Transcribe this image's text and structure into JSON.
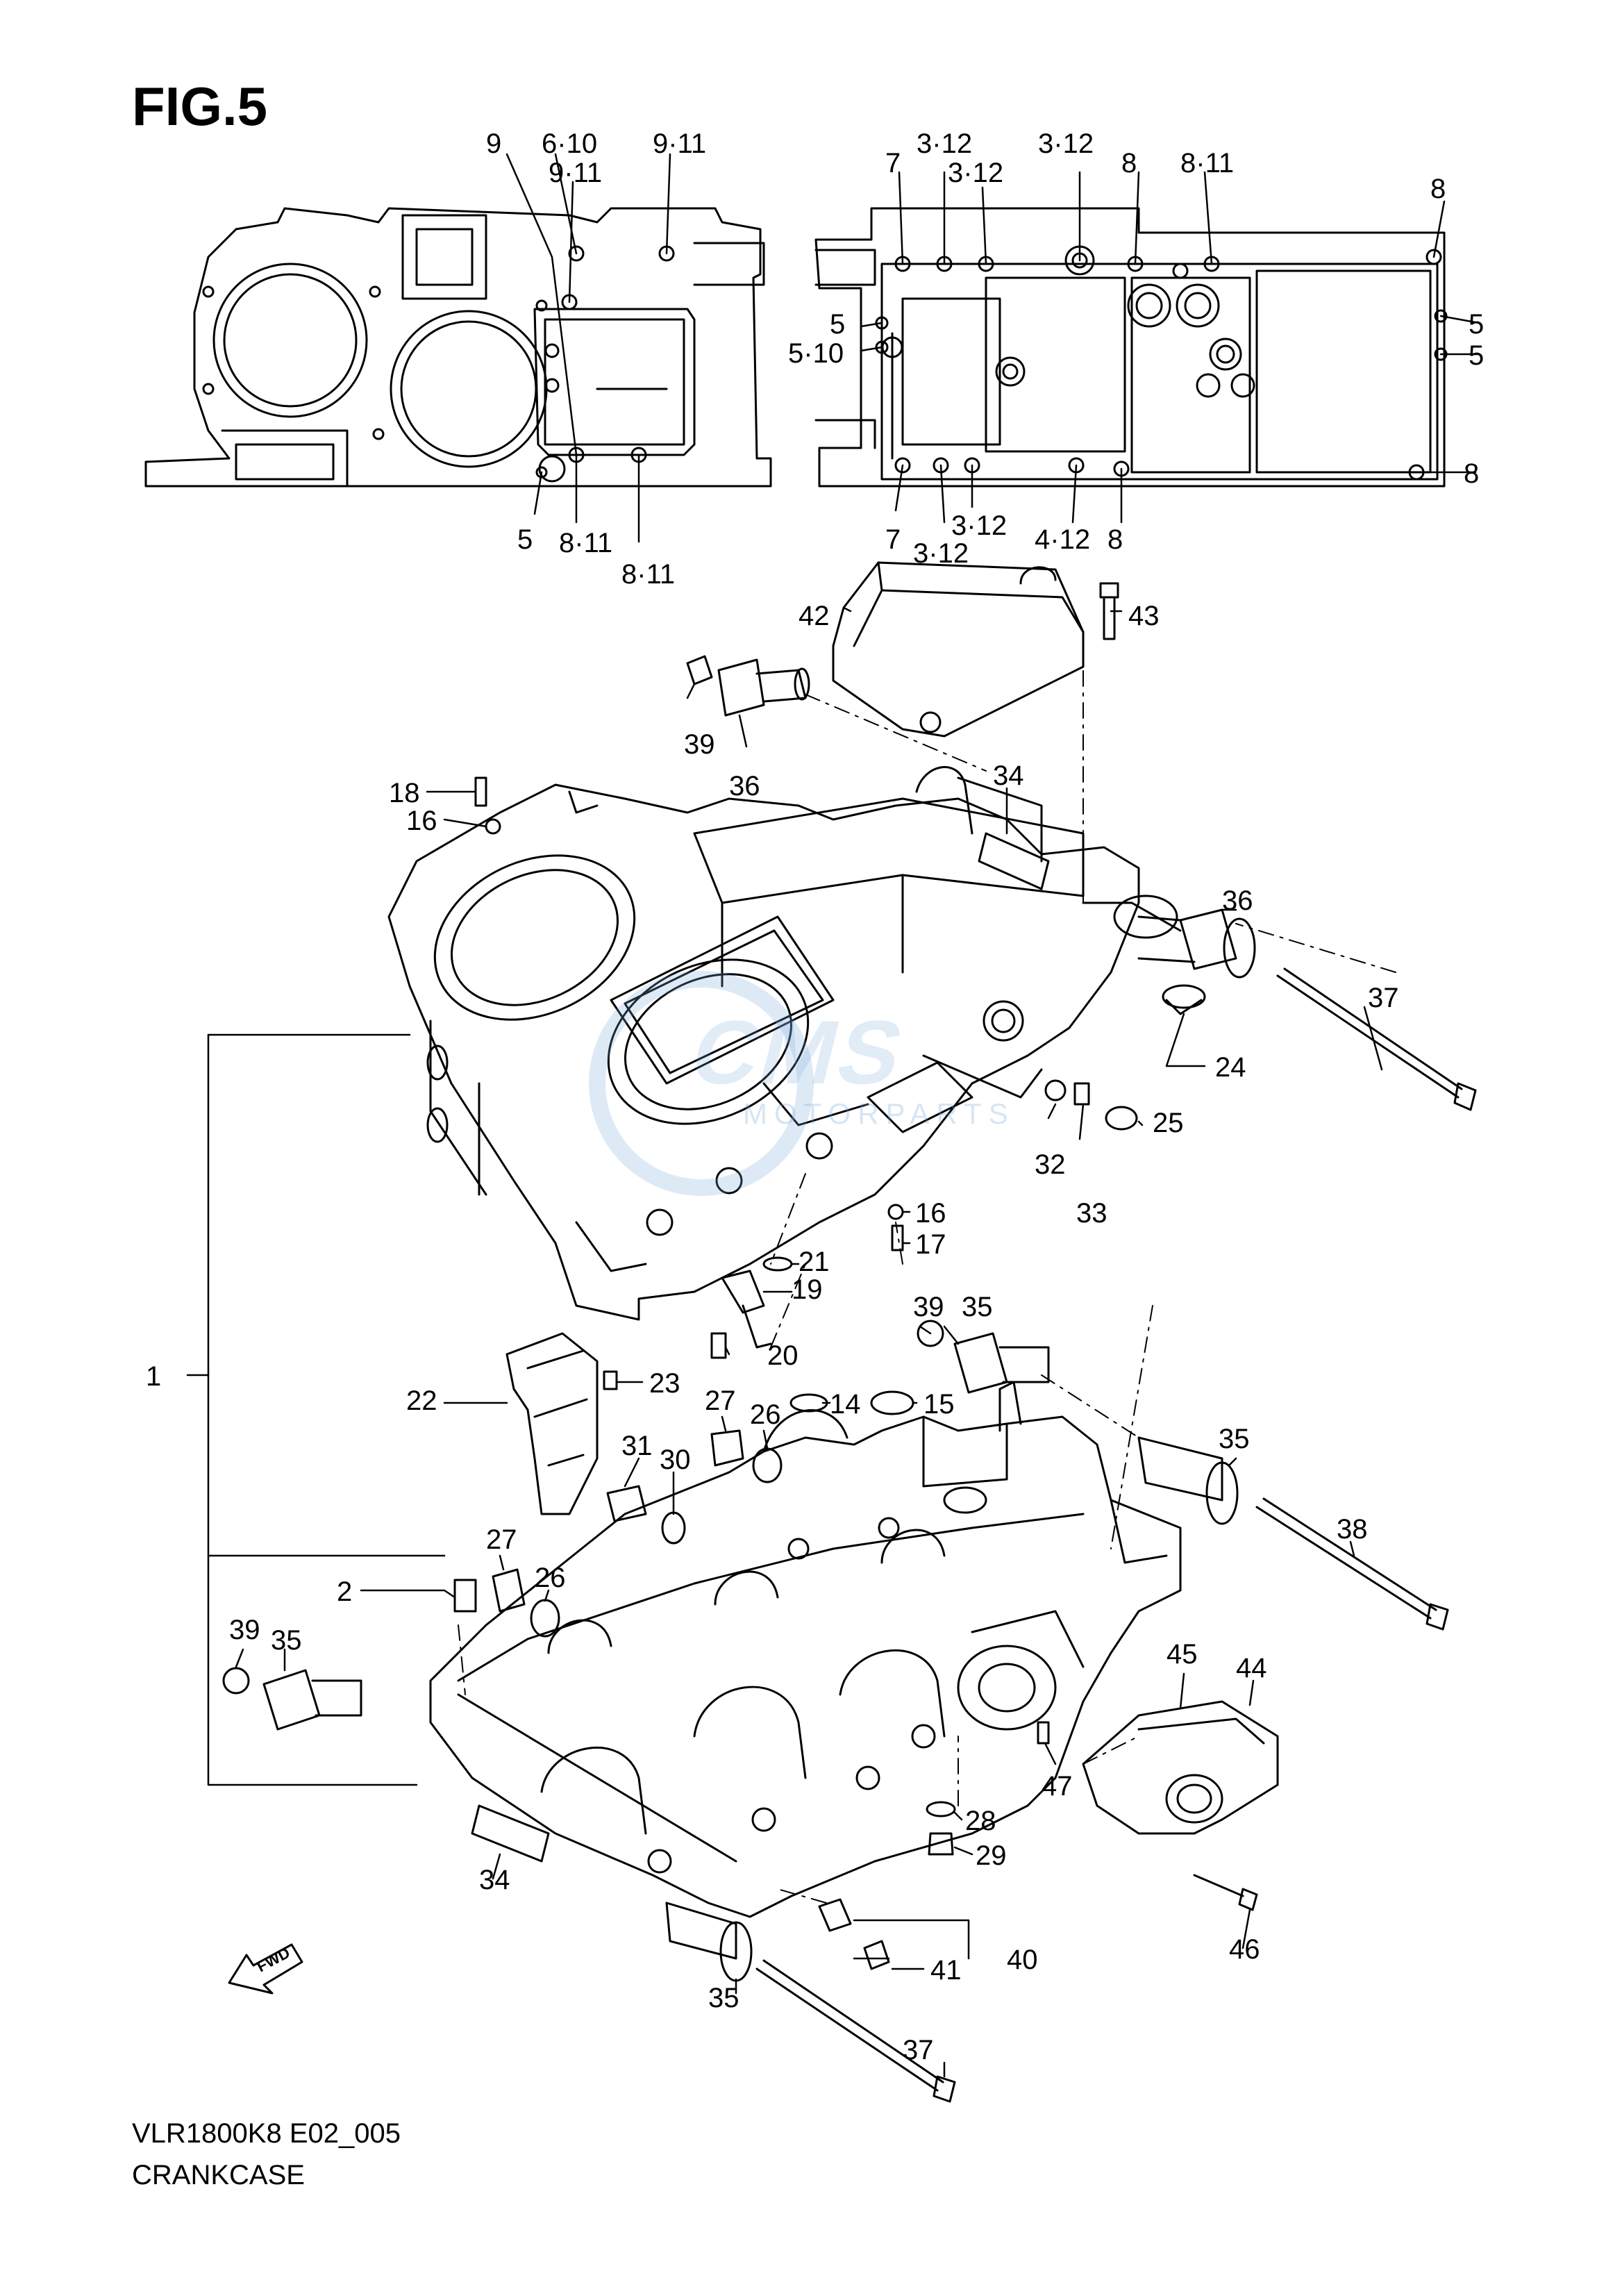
{
  "figure": {
    "title": "FIG.5",
    "model_code": "VLR1800K8 E02_005",
    "section_name": "CRANKCASE",
    "fwd_label": "FWD",
    "watermark_brand": "CMS",
    "watermark_sub": "MOTORPARTS"
  },
  "callouts": {
    "top": [
      "9",
      "6·10",
      "9·11",
      "9·11",
      "7",
      "3·12",
      "3·12",
      "3·12",
      "8",
      "8·11",
      "8",
      "5",
      "5·10",
      "5",
      "5",
      "8",
      "5",
      "8·11",
      "8·11",
      "7",
      "3·12",
      "3·12",
      "4·12",
      "8"
    ],
    "main": [
      "42",
      "43",
      "39",
      "36",
      "18",
      "16",
      "34",
      "36",
      "37",
      "24",
      "25",
      "32",
      "33",
      "16",
      "17",
      "21",
      "19",
      "20",
      "39",
      "35",
      "1",
      "22",
      "23",
      "27",
      "14",
      "15",
      "26",
      "31",
      "30",
      "35",
      "38",
      "27",
      "2",
      "26",
      "39",
      "35",
      "45",
      "44",
      "47",
      "28",
      "29",
      "34",
      "40",
      "41",
      "46",
      "35",
      "37"
    ]
  }
}
